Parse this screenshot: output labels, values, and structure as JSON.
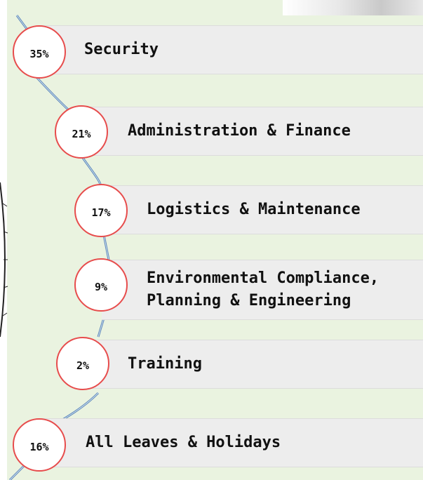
{
  "categories": [
    {
      "percent": "35%",
      "label": "Security"
    },
    {
      "percent": "21%",
      "label": "Administration & Finance"
    },
    {
      "percent": "17%",
      "label": "Logistics & Maintenance"
    },
    {
      "percent": "9%",
      "label": "Environmental Compliance,\nPlanning & Engineering"
    },
    {
      "percent": "2%",
      "label": "Training"
    },
    {
      "percent": "16%",
      "label": "All Leaves & Holidays"
    }
  ],
  "colors": {
    "background": "#eaf3e0",
    "bar": "#ededed",
    "circle_border": "#e74c4c",
    "connector": "#5b87b8"
  }
}
